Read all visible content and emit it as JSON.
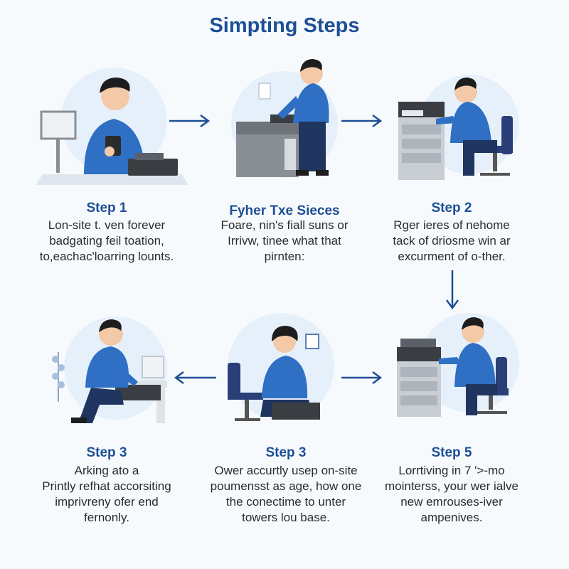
{
  "title": "Simpting Steps",
  "steps": [
    {
      "label": "Step 1",
      "lines": [
        "Lon-site t. ven forever",
        "badgating feil toation,",
        "to,eachac'loarring lounts."
      ]
    },
    {
      "label": "Fyher Txe Sieces",
      "lines": [
        "Foare, nin's fiall suns or",
        "Irrivw, tinee what that",
        "pirnten:"
      ]
    },
    {
      "label": "Step 2",
      "lines": [
        "Rger ieres of nehome",
        "tack of driosme win ar",
        "excurment of o-ther."
      ]
    },
    {
      "label": "Step 3",
      "lines": [
        "Arking ato a",
        "Printly refhat accorsiting",
        "imprivreny ofer end",
        "fernonly."
      ]
    },
    {
      "label": "Step 3",
      "lines": [
        "Ower accurtly usep on-site",
        "poumensst as age, how one",
        "the conectime to unter",
        "towers lou base."
      ]
    },
    {
      "label": "Step 5",
      "lines": [
        "Lorrtiving in 7 '>-mo",
        "mointerss, your wer ialve",
        "new emrouses-iver",
        "ampenives."
      ]
    }
  ],
  "colors": {
    "title": "#1d4f95",
    "shirt": "#2f6fc4",
    "pants": "#1f3560",
    "printer_gray": "#8a8f96",
    "printer_dark": "#3a3d42",
    "arrow": "#1d4f95"
  },
  "icons": [
    "right-arrow-icon",
    "down-arrow-icon",
    "left-arrow-icon"
  ]
}
